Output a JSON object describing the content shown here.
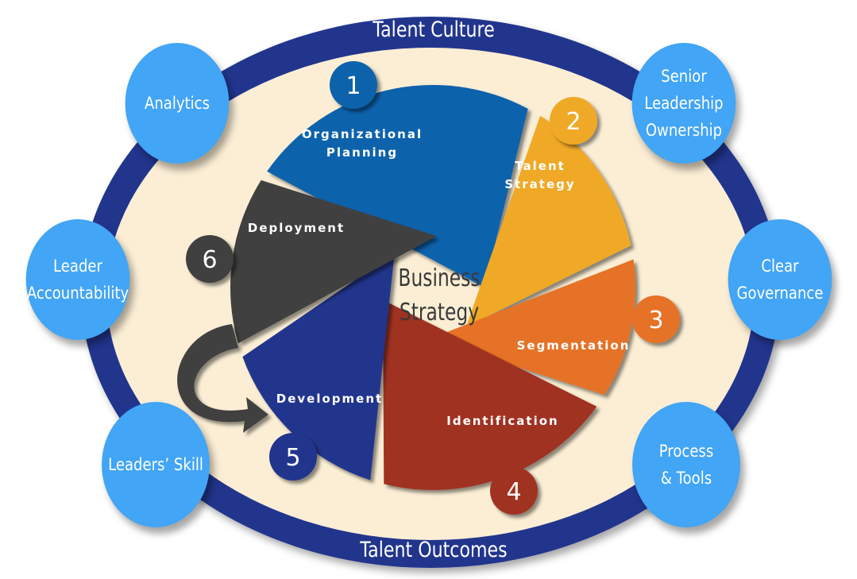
{
  "ring": {
    "top_label": "Talent Culture",
    "bottom_label": "Talent Outcomes"
  },
  "center": {
    "line1": "Business",
    "line2": "Strategy"
  },
  "steps": [
    {
      "number": "1",
      "label1": "Organizational",
      "label2": "Planning",
      "color": "#0b62ac"
    },
    {
      "number": "2",
      "label1": "Talent",
      "label2": "Strategy",
      "color": "#f0a928"
    },
    {
      "number": "3",
      "label1": "Segmentation",
      "label2": "",
      "color": "#e57226"
    },
    {
      "number": "4",
      "label1": "Identification",
      "label2": "",
      "color": "#a03024"
    },
    {
      "number": "5",
      "label1": "Development",
      "label2": "",
      "color": "#21368d"
    },
    {
      "number": "6",
      "label1": "Deployment",
      "label2": "",
      "color": "#3f3f3f"
    }
  ],
  "bubbles": [
    {
      "lines": [
        "Analytics"
      ]
    },
    {
      "lines": [
        "Senior",
        "Leadership",
        "Ownership"
      ]
    },
    {
      "lines": [
        "Leader",
        "Accountability"
      ]
    },
    {
      "lines": [
        "Clear",
        "Governance"
      ]
    },
    {
      "lines": [
        "Leaders’ Skill"
      ]
    },
    {
      "lines": [
        "Process",
        "& Tools"
      ]
    }
  ],
  "colors": {
    "ring": "#21368d",
    "inner": "#fbeed5",
    "bubble": "#42a5f5"
  }
}
